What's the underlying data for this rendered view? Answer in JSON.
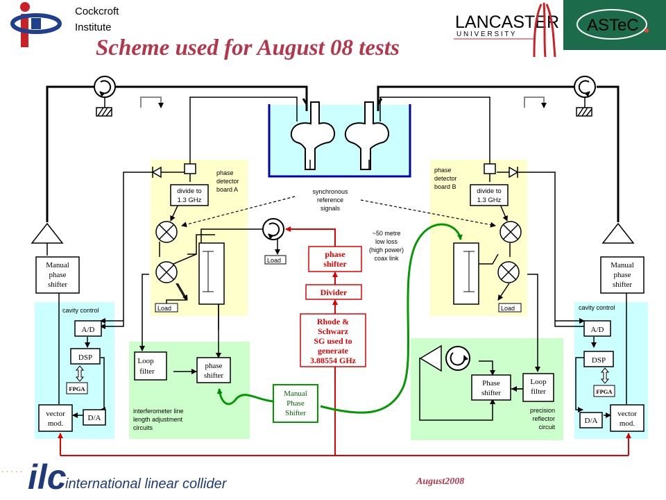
{
  "header": {
    "institute_line1": "Cockcroft",
    "institute_line2": "Institute",
    "title": "Scheme used for August 08 tests",
    "lancaster_line1": "LANCASTER",
    "lancaster_line2": "U N I V E R S I T Y",
    "astec": "ASTeC"
  },
  "diagram": {
    "phase_board_a": [
      "phase",
      "detector",
      "board A"
    ],
    "phase_board_b": [
      "phase",
      "detector",
      "board B"
    ],
    "divide_a": [
      "divide to",
      "1.3 GHz"
    ],
    "divide_b": [
      "divide to",
      "1.3 GHz"
    ],
    "sync_ref": [
      "synchronous",
      "reference",
      "signals"
    ],
    "coax_link": [
      "~50 metre",
      "low loss",
      "(high power)",
      "coax link"
    ],
    "load_a": "Load",
    "load_b": "Load",
    "load_center": "Load",
    "phase_shifter_center": [
      "phase",
      "shifter"
    ],
    "divider": "Divider",
    "rohde": [
      "Rhode &",
      "Schwarz",
      "SG used to",
      "generate",
      "3.88554 GHz"
    ],
    "manual_phase_shifter_center": [
      "Manual",
      "Phase",
      "Shifter"
    ],
    "manual_phase_shifter_left": [
      "Manual",
      "phase",
      "shifter"
    ],
    "manual_phase_shifter_right": [
      "Manual",
      "phase",
      "shifter"
    ],
    "cavity_control_left": "cavity control",
    "cavity_control_right": "cavity control",
    "ad_left": "A/D",
    "ad_right": "A/D",
    "dsp_left": "DSP",
    "dsp_right": "DSP",
    "fpga_left": "FPGA",
    "fpga_right": "FPGA",
    "da_left": "D/A",
    "da_right": "D/A",
    "vector_left": [
      "vector",
      "mod."
    ],
    "vector_right": [
      "vector",
      "mod."
    ],
    "loop_filter_left": [
      "Loop",
      "filter"
    ],
    "phase_shifter_left": [
      "phase",
      "shifter"
    ],
    "interferometer": [
      "interferometer line",
      "length adjustment",
      "circuits"
    ],
    "phase_shifter_right": [
      "Phase",
      "shifter"
    ],
    "loop_filter_right": [
      "Loop",
      "filter"
    ],
    "precision": [
      "precision",
      "reflector",
      "circuit"
    ]
  },
  "footer": {
    "ilc_logo": "ilc",
    "ilc_name": "international linear collider",
    "date": "August2008"
  }
}
